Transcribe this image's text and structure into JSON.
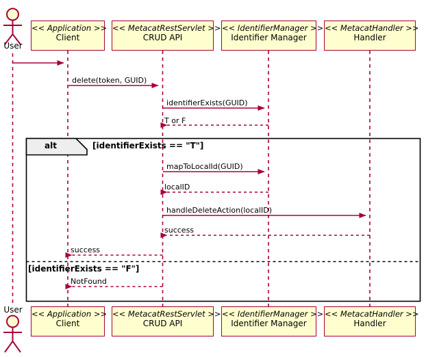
{
  "diagram": {
    "type": "uml-sequence-diagram",
    "title": "",
    "colors": {
      "box_fill": "#FEFECE",
      "box_border": "#A80036",
      "line": "#A80036",
      "actor_fill": "#FEFECE",
      "frame_border": "#000000",
      "text": "#000000"
    },
    "actors": [
      {
        "name": "User",
        "label": "User"
      }
    ],
    "participants": [
      {
        "stereotype": "<< Application >>",
        "name": "Client"
      },
      {
        "stereotype": "<< MetacatRestServlet >>",
        "name": "CRUD API"
      },
      {
        "stereotype": "<< IdentifierManager >>",
        "name": "Identifier Manager"
      },
      {
        "stereotype": "<< MetacatHandler >>",
        "name": "Handler"
      }
    ],
    "messages": [
      {
        "label": "",
        "from": "User",
        "to": "Client",
        "kind": "call"
      },
      {
        "label": "delete(token, GUID)",
        "from": "Client",
        "to": "CRUD API",
        "kind": "call"
      },
      {
        "label": "identifierExists(GUID)",
        "from": "CRUD API",
        "to": "Identifier Manager",
        "kind": "call"
      },
      {
        "label": "T or F",
        "from": "Identifier Manager",
        "to": "CRUD API",
        "kind": "return"
      },
      {
        "label": "mapToLocalId(GUID)",
        "from": "CRUD API",
        "to": "Identifier Manager",
        "kind": "call"
      },
      {
        "label": "localID",
        "from": "Identifier Manager",
        "to": "CRUD API",
        "kind": "return"
      },
      {
        "label": "handleDeleteAction(localID)",
        "from": "CRUD API",
        "to": "Handler",
        "kind": "call"
      },
      {
        "label": "success",
        "from": "Handler",
        "to": "CRUD API",
        "kind": "return"
      },
      {
        "label": "success",
        "from": "CRUD API",
        "to": "Client",
        "kind": "return"
      },
      {
        "label": "NotFound",
        "from": "CRUD API",
        "to": "Client",
        "kind": "return"
      }
    ],
    "fragment": {
      "operator": "alt",
      "branches": [
        {
          "guard": "[identifierExists == \"T\"]"
        },
        {
          "guard": "[identifierExists == \"F\"]"
        }
      ]
    }
  }
}
